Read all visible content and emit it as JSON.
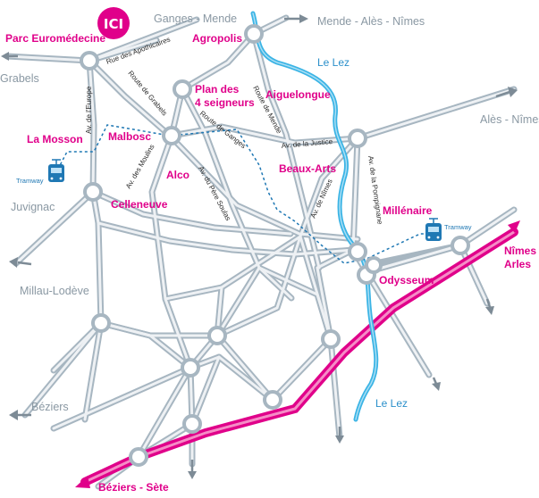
{
  "destinations": {
    "ganges_mende": "Ganges - Mende",
    "mende_ales_nimes": "Mende - Alès - Nîmes",
    "ales_nimes": "Alès - Nîmes",
    "millau_lodeve": "Millau-Lodève",
    "beziers": "Béziers",
    "beziers_sete": "Béziers - Sète",
    "nimes_arles": [
      "Nîmes",
      "Arles"
    ]
  },
  "places": {
    "parc_euromedecine": "Parc Euromédecine",
    "ici": "ICI",
    "agropolis": "Agropolis",
    "plan_des_4_seigneurs": [
      "Plan des",
      "4 seigneurs"
    ],
    "aiguelongue": "Aiguelongue",
    "la_mosson": "La Mosson",
    "malbosc": "Malbosc",
    "alco": "Alco",
    "celleneuve": "Celleneuve",
    "beaux_arts": "Beaux-Arts",
    "millenaire": "Millénaire",
    "odysseum": "Odysseum"
  },
  "districts": {
    "grabels": "Grabels",
    "juvignac": "Juvignac"
  },
  "streets": {
    "rue_des_apothicaires": "Rue des Apothicaires",
    "av_de_l_europe": "Av. de l'Europe",
    "route_de_grabels": "Route de Grabels",
    "route_de_mende": "Route de Mende",
    "route_de_ganges": "Route de Ganges",
    "av_de_la_justice": "Av. de la Justice",
    "av_des_moulins": "Av. des Moulins",
    "av_du_pere_soulas": "Av. du Père Soulas",
    "av_de_nimes": "Av. de Nîmes",
    "av_de_la_pompignane": "Av. de la Pompignane"
  },
  "rivers": {
    "le_lez_top": "Le Lez",
    "le_lez_bottom": "Le Lez"
  },
  "tramway": {
    "left": "Tramway",
    "right": "Tramway"
  }
}
